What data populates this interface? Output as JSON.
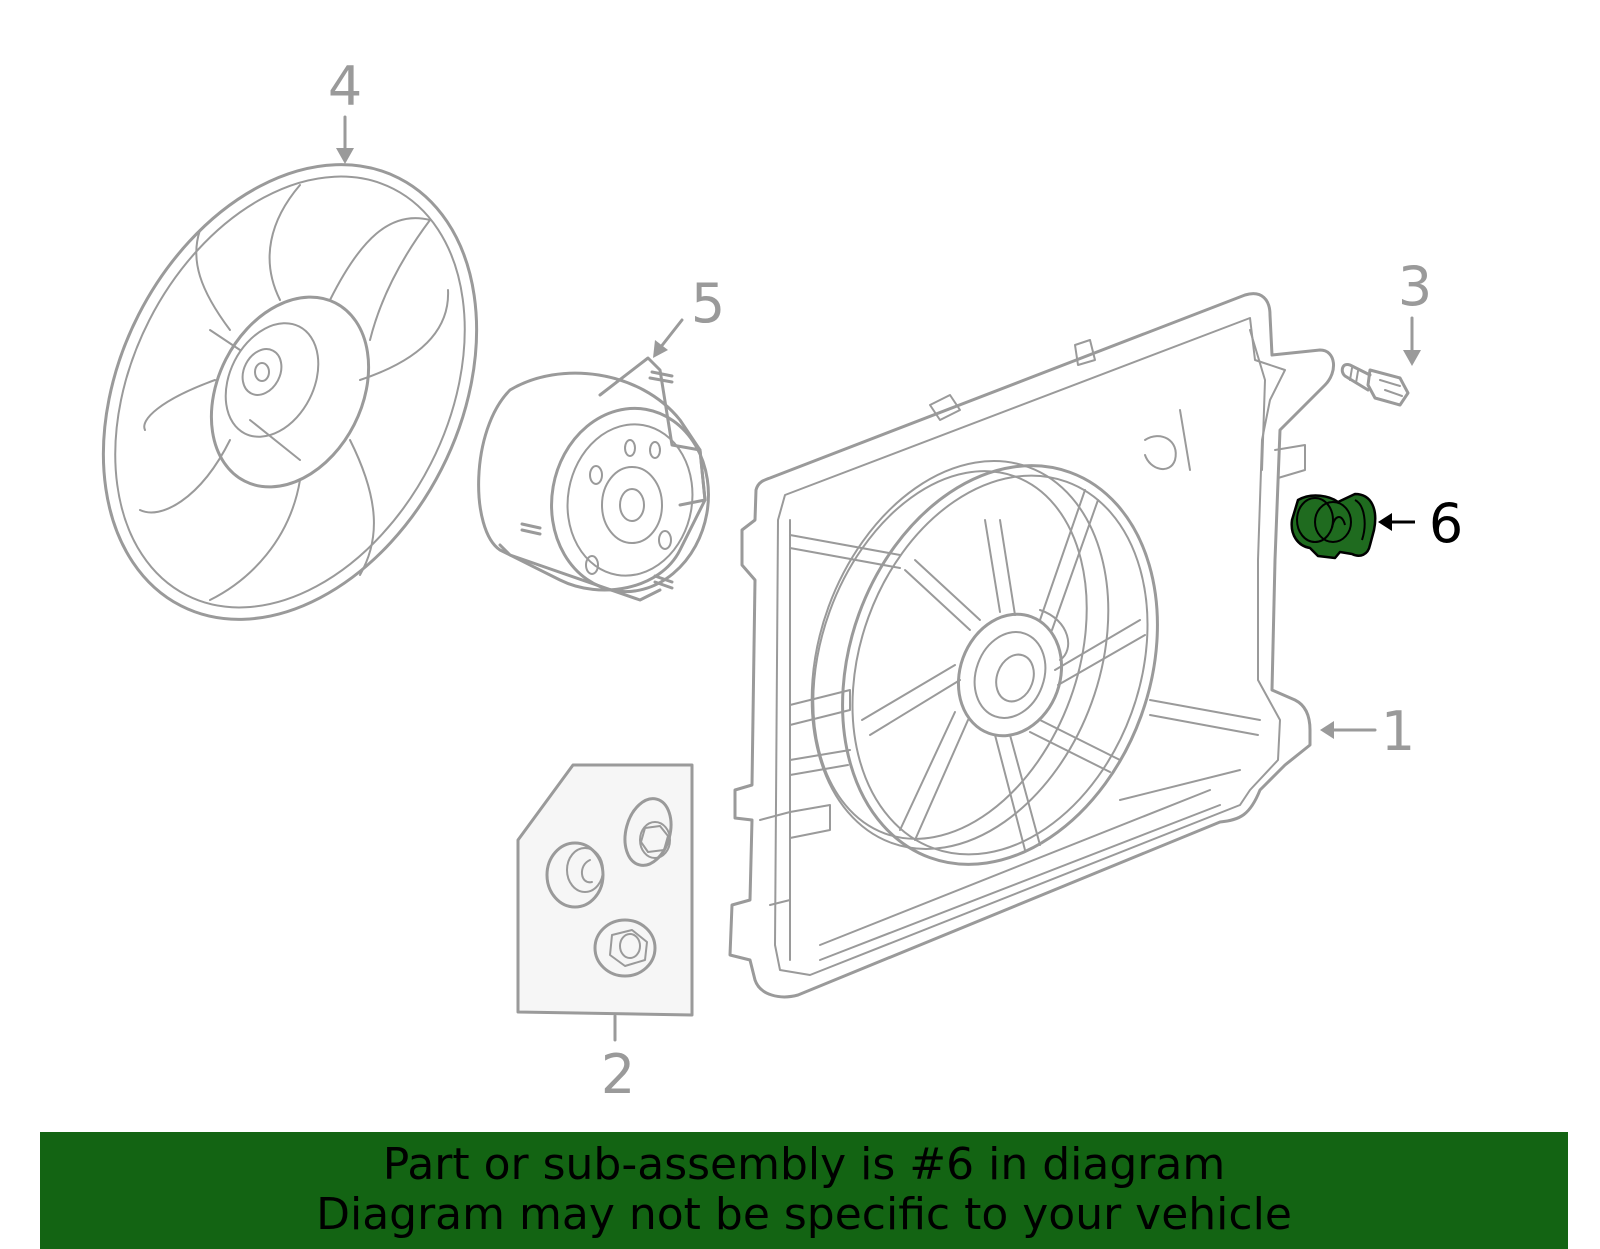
{
  "callouts": {
    "part1": "1",
    "part2": "2",
    "part3": "3",
    "part4": "4",
    "part5": "5",
    "part6": "6"
  },
  "highlight": {
    "part": "6",
    "color": "#1f6b1f"
  },
  "banner": {
    "line1": "Part or sub-assembly is #6 in diagram",
    "line2": "Diagram may not be specific to your vehicle",
    "color": "#136413"
  }
}
